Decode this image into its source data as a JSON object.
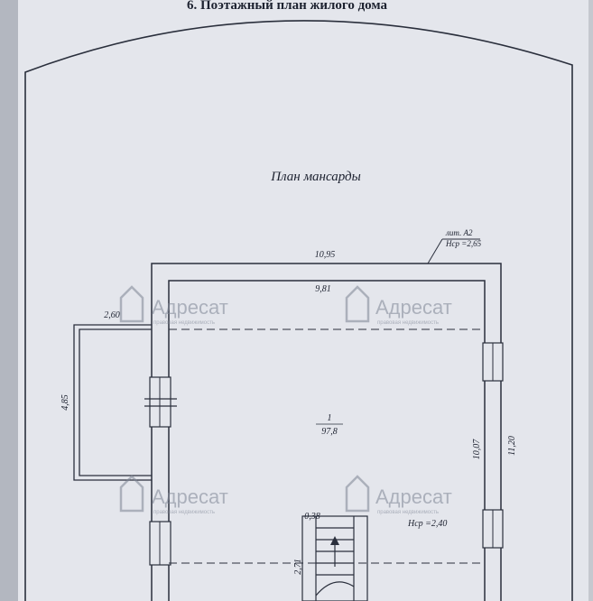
{
  "page_title": "6. Поэтажный план жилого дома",
  "plan_title": "План мансарды",
  "room": {
    "number": "1",
    "area": "97,8"
  },
  "dimensions": {
    "outer_width": "10,95",
    "inner_width": "9,81",
    "balcony_width": "2,60",
    "balcony_depth": "4,85",
    "inner_height": "10,07",
    "outer_height": "11,20",
    "stair_offset": "0,38",
    "stair_length": "2,71"
  },
  "wall_note": {
    "line1": "лит. А2",
    "line2": "Hср =2,65"
  },
  "avg_height_note": "Hср =2,40",
  "watermark": {
    "brand": "Адресат",
    "tagline": "правовая недвижимость"
  },
  "colors": {
    "paper": "#e4e6ec",
    "ink": "#1d2230",
    "binder": "#c9ccd3",
    "watermark": "#7d8494"
  }
}
